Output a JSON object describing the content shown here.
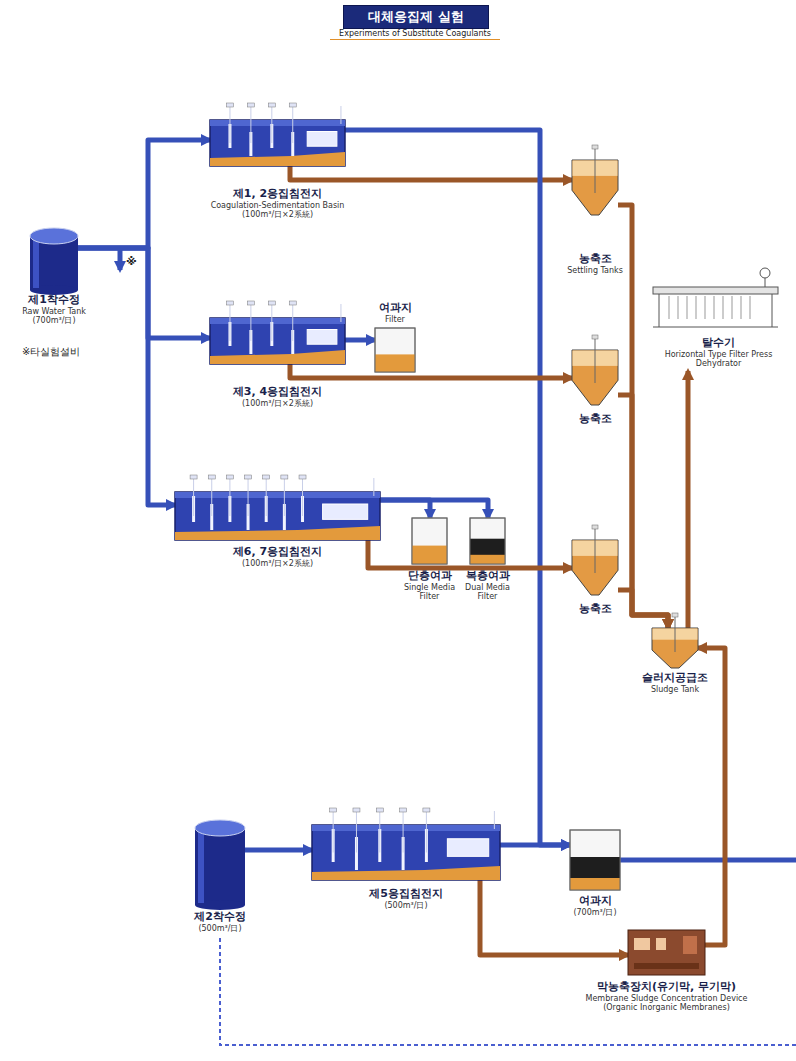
{
  "diagram": {
    "title": "대체응집제 실험",
    "nodes": [
      {
        "text": [
          "제1착수정",
          "Raw Water Tank",
          "(700m³/日)"
        ]
      },
      {
        "text": [
          "제1, 2응집침전지",
          "Coagulation-Sedimentation Basin",
          "(100m³/日×2系統)"
        ]
      },
      {
        "text": [
          "농축조",
          "Settling Tanks"
        ]
      },
      {
        "text": [
          "여과지",
          "Filter"
        ]
      },
      {
        "text": [
          "제3, 4응집침전지",
          "(100m³/日×2系統)"
        ]
      },
      {
        "text": [
          "농축조"
        ]
      },
      {
        "text": [
          "탈수기",
          "Horizontal Type Filter Press Dehydrator"
        ]
      },
      {
        "text": [
          "제6, 7응집침전지",
          "(100m³/日×2系統)"
        ]
      },
      {
        "text": [
          "단층여과",
          "Single Media Filter"
        ]
      },
      {
        "text": [
          "복층여과",
          "Dual Media Filter"
        ]
      },
      {
        "text": [
          "농축조"
        ]
      },
      {
        "text": [
          "슬러지공급조",
          "Sludge Tank"
        ]
      },
      {
        "text": [
          "제2착수정",
          "(500m³/日)"
        ]
      },
      {
        "text": [
          "제5응집침전지",
          "(500m³/日)"
        ]
      },
      {
        "text": [
          "여과지",
          "(700m³/日)"
        ]
      },
      {
        "text": [
          "막농축장치(유기막, 무기막)",
          "Membrane Sludge Concentration Device",
          "(Organic Inorganic Membranes)"
        ]
      }
    ],
    "edges": [
      {
        "from": 0,
        "to": 1,
        "arrow": "to"
      },
      {
        "from": 0,
        "to": 4,
        "arrow": "to"
      },
      {
        "from": 0,
        "to": 7,
        "arrow": "to"
      },
      {
        "from": 1,
        "to": 2,
        "arrow": "to"
      },
      {
        "from": 1,
        "to": 14,
        "arrow": "to"
      },
      {
        "from": 4,
        "to": 3,
        "arrow": "to"
      },
      {
        "from": 4,
        "to": 5,
        "arrow": "to"
      },
      {
        "from": 7,
        "to": 8,
        "arrow": "to"
      },
      {
        "from": 7,
        "to": 9,
        "arrow": "to"
      },
      {
        "from": 7,
        "to": 10,
        "arrow": "to"
      },
      {
        "from": 2,
        "to": 11,
        "arrow": "to"
      },
      {
        "from": 5,
        "to": 11,
        "arrow": "to"
      },
      {
        "from": 10,
        "to": 11,
        "arrow": "to"
      },
      {
        "from": 11,
        "to": 6,
        "arrow": "to"
      },
      {
        "from": 15,
        "to": 11,
        "arrow": "to"
      },
      {
        "from": 12,
        "to": 13,
        "arrow": "to"
      },
      {
        "from": 13,
        "to": 14,
        "arrow": "to"
      },
      {
        "from": 13,
        "to": 15,
        "arrow": "to"
      }
    ],
    "labels": [
      "Experiments of Substitute Coagulants",
      "※",
      "※타실험설비"
    ]
  }
}
